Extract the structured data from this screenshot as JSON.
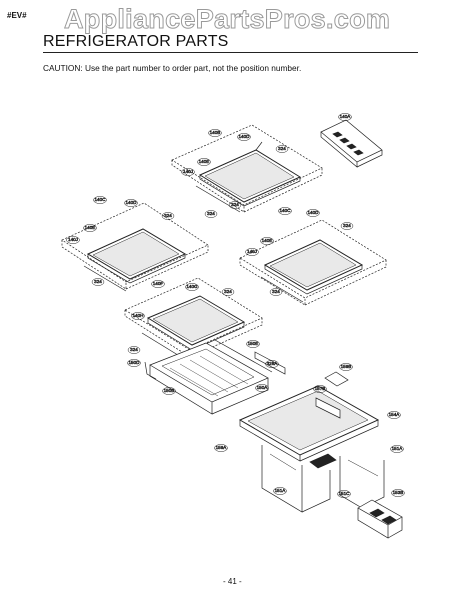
{
  "page": {
    "code": "#EV#",
    "watermark": "AppliancePartsPros.com",
    "title": "REFRIGERATOR PARTS",
    "caution": "CAUTION: Use the part number to order part, not the position number.",
    "page_number": "- 41 -"
  },
  "callouts": [
    {
      "id": "140A",
      "label": "140A"
    },
    {
      "id": "140B",
      "label": "140B"
    },
    {
      "id": "140D",
      "label": "140D"
    },
    {
      "id": "324a",
      "label": "324"
    },
    {
      "id": "140E",
      "label": "140E"
    },
    {
      "id": "140J",
      "label": "140J"
    },
    {
      "id": "324b",
      "label": "324"
    },
    {
      "id": "324c",
      "label": "324"
    },
    {
      "id": "140Ca",
      "label": "140C"
    },
    {
      "id": "140Da",
      "label": "140D"
    },
    {
      "id": "324d",
      "label": "324"
    },
    {
      "id": "140Eb",
      "label": "140E"
    },
    {
      "id": "140Ja",
      "label": "140J"
    },
    {
      "id": "324e",
      "label": "324"
    },
    {
      "id": "140Cb",
      "label": "140C"
    },
    {
      "id": "140Db",
      "label": "140D"
    },
    {
      "id": "324f",
      "label": "324"
    },
    {
      "id": "140Ec",
      "label": "140E"
    },
    {
      "id": "140Jb",
      "label": "140J"
    },
    {
      "id": "324g",
      "label": "324"
    },
    {
      "id": "140F",
      "label": "140F"
    },
    {
      "id": "140G",
      "label": "140G"
    },
    {
      "id": "324h",
      "label": "324"
    },
    {
      "id": "140H",
      "label": "140H"
    },
    {
      "id": "324i",
      "label": "324"
    },
    {
      "id": "150E",
      "label": "150E"
    },
    {
      "id": "150D",
      "label": "150D"
    },
    {
      "id": "326A",
      "label": "326A"
    },
    {
      "id": "150B",
      "label": "150B"
    },
    {
      "id": "150A",
      "label": "150A"
    },
    {
      "id": "159B",
      "label": "159B"
    },
    {
      "id": "157B",
      "label": "157B"
    },
    {
      "id": "154A",
      "label": "154A"
    },
    {
      "id": "159A",
      "label": "159A"
    },
    {
      "id": "151A",
      "label": "151A"
    },
    {
      "id": "151Ab",
      "label": "151A"
    },
    {
      "id": "151C",
      "label": "151C"
    },
    {
      "id": "153B",
      "label": "153B"
    }
  ]
}
